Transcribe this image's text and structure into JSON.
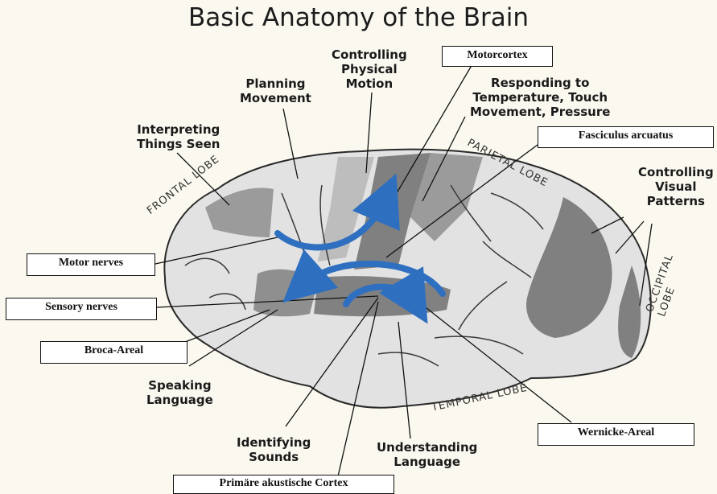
{
  "title": "Basic Anatomy of the Brain",
  "labels": {
    "controlling_physical_motion": "Controlling\nPhysical\nMotion",
    "planning_movement": "Planning\nMovement",
    "responding": "Responding to\nTemperature, Touch\nMovement, Pressure",
    "interpreting": "Interpreting\nThings Seen",
    "controlling_visual": "Controlling\nVisual\nPatterns",
    "speaking_language": "Speaking\nLanguage",
    "identifying_sounds": "Identifying\nSounds",
    "understanding_language": "Understanding\nLanguage"
  },
  "boxes": {
    "motorcortex": "Motorcortex",
    "fasciculus": "Fasciculus arcuatus",
    "motor_nerves": "Motor nerves",
    "sensory_nerves": "Sensory nerves",
    "broca": "Broca-Areal",
    "wernicke": "Wernicke-Areal",
    "primaere": "Primäre akustische Cortex"
  },
  "lobes": {
    "frontal": "FRONTAL LOBE",
    "parietal": "PARIETAL LOBE",
    "occipital": "OCCIPITAL\nLOBE",
    "temporal": "TEMPORAL LOBE"
  },
  "colors": {
    "arrow": "#2e6fc0",
    "dark_region": "#6e6e6e",
    "light_region": "#a6a6a6"
  }
}
